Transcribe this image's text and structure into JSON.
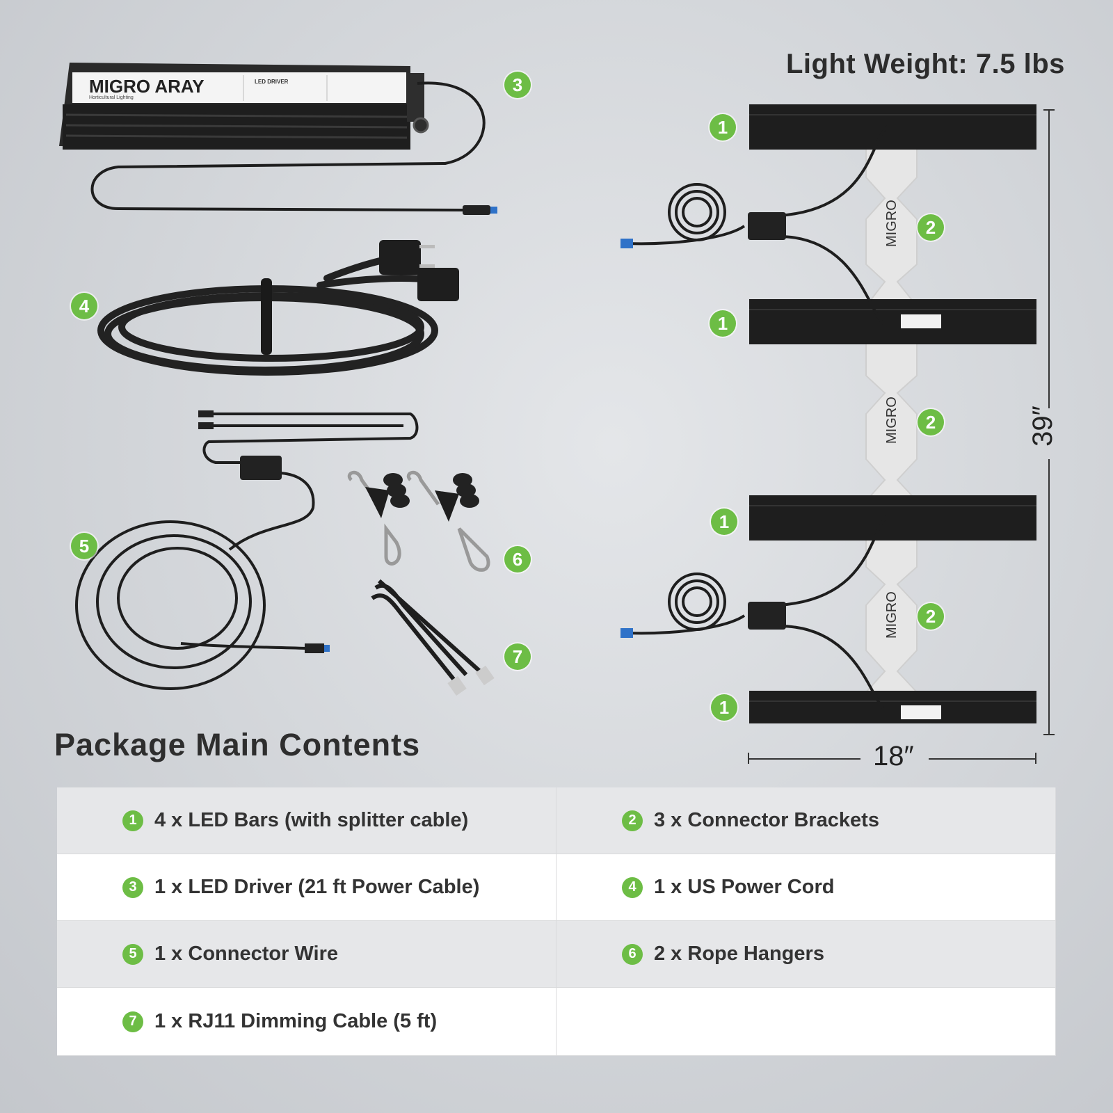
{
  "light_weight": "Light Weight: 7.5 lbs",
  "driver_label": {
    "brand": "MIGRO ARAY",
    "sub": "Horticultural Lighting",
    "model": "LED DRIVER"
  },
  "bracket_text": "MIGRO",
  "dimensions": {
    "width": "18″",
    "height": "39″"
  },
  "badges": [
    "1",
    "2",
    "3",
    "4",
    "5",
    "6",
    "7"
  ],
  "section_title": "Package Main Contents",
  "items": [
    {
      "num": "1",
      "text": "4 x LED Bars (with splitter cable)"
    },
    {
      "num": "2",
      "text": "3 x Connector Brackets"
    },
    {
      "num": "3",
      "text": "1 x LED Driver (21 ft Power Cable)"
    },
    {
      "num": "4",
      "text": "1 x US Power Cord"
    },
    {
      "num": "5",
      "text": "1 x Connector Wire"
    },
    {
      "num": "6",
      "text": "2 x Rope Hangers"
    },
    {
      "num": "7",
      "text": "1 x RJ11 Dimming Cable (5 ft)"
    }
  ],
  "colors": {
    "badge": "#6dbd45",
    "bar": "#1e1e1e",
    "bracket": "#e6e6e6"
  }
}
